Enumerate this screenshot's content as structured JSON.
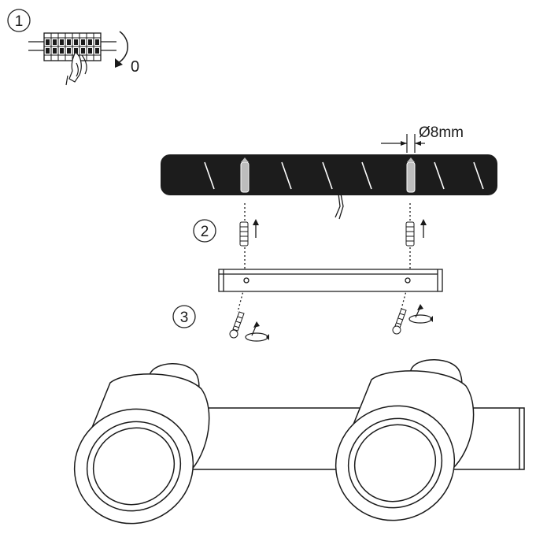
{
  "steps": [
    {
      "number": "1"
    },
    {
      "number": "2"
    },
    {
      "number": "3"
    }
  ],
  "annotations": {
    "power_off_value": "0",
    "drill_diameter": "Ø8mm"
  },
  "colors": {
    "ink": "#1a1a1a",
    "ceiling": "#1c1c1c",
    "background": "#ffffff"
  }
}
